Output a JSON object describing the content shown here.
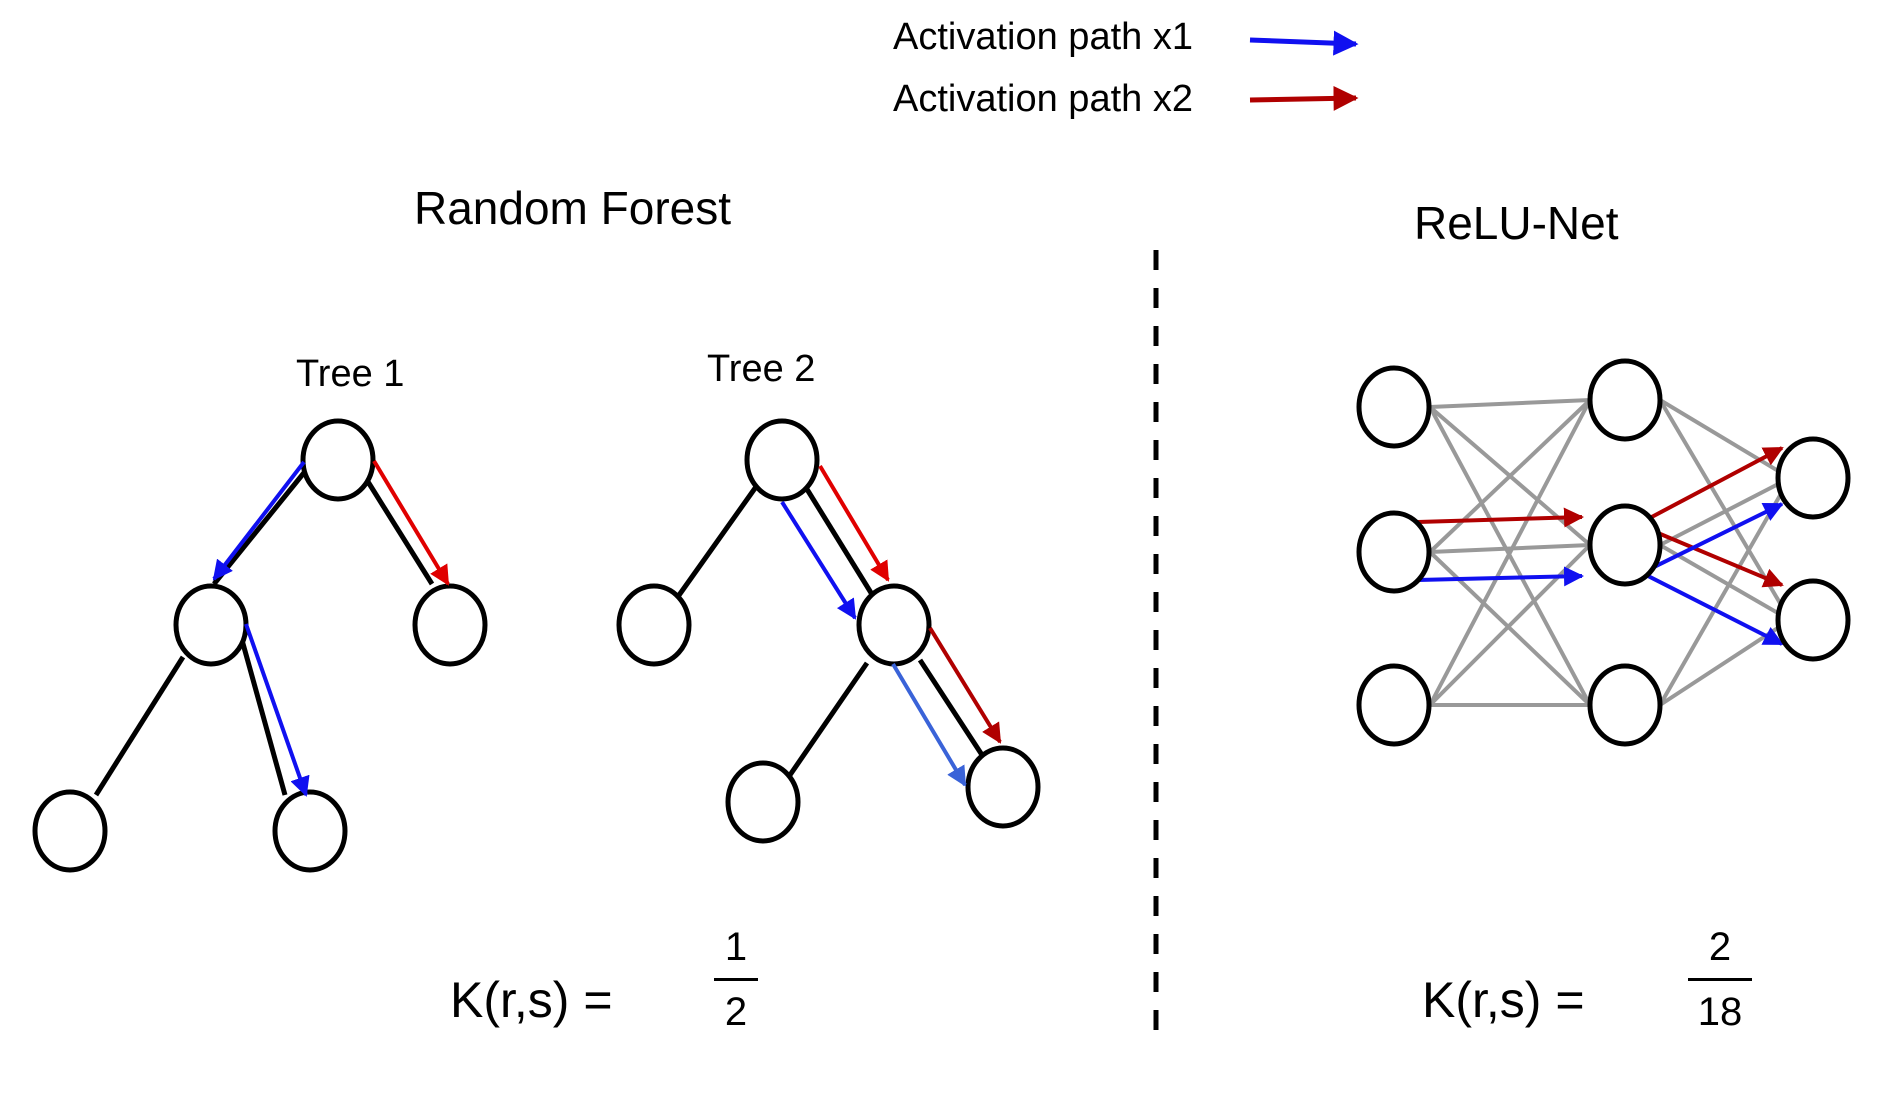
{
  "legend": {
    "path1_label": "Activation path x1",
    "path2_label": "Activation path x2",
    "path1_color": "#1010f0",
    "path2_color": "#b00000"
  },
  "random_forest": {
    "title": "Random Forest",
    "tree1_title": "Tree 1",
    "tree2_title": "Tree 2",
    "kernel_label": "K(r,s) =",
    "numerator": "1",
    "denominator": "2"
  },
  "relu_net": {
    "title": "ReLU-Net",
    "kernel_label": "K(r,s) =",
    "numerator": "2",
    "denominator": "18"
  },
  "colors": {
    "edge": "#000000",
    "net_edge": "#999999",
    "red": "#e00000",
    "dark_red": "#b00000",
    "blue": "#1010f0",
    "light_blue": "#3a63d8"
  }
}
